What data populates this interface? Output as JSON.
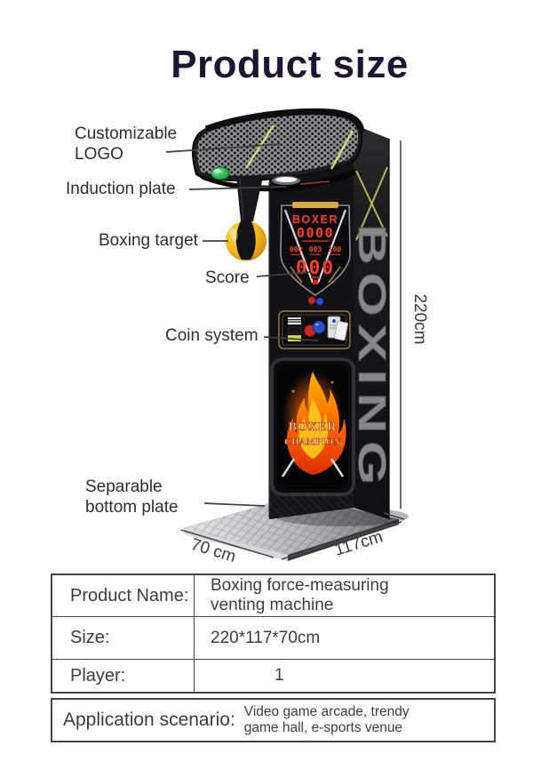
{
  "title": "Product size",
  "colors": {
    "title_text": "#1e1535",
    "label_text": "#2e2e2e",
    "accent_lime": "#dbe87c",
    "led_red": "#ff3b24",
    "bag_yellow": "#f4b82e",
    "button_green": "#2fb857",
    "gold_trim": "#c9a23c",
    "table_border": "#454545"
  },
  "callouts": [
    {
      "label": "Customizable LOGO"
    },
    {
      "label": "Induction plate"
    },
    {
      "label": "Boxing target"
    },
    {
      "label": "Score"
    },
    {
      "label": "Coin system"
    },
    {
      "label": "Separable bottom plate"
    }
  ],
  "dimensions": {
    "height": "220cm",
    "depth": "70 cm",
    "width": "117cm"
  },
  "machine": {
    "side_text": "BOXING",
    "scoreboard": {
      "brand": "BOXER",
      "top_display": "0000",
      "sub_left": "000",
      "sub_mid": "003",
      "sub_right": "100",
      "main_display": "000"
    },
    "poster_line1": "BOXER",
    "poster_line2": "CHAMPION"
  },
  "table": {
    "rows": [
      {
        "label": "Product Name:",
        "value": "Boxing force-measuring venting machine"
      },
      {
        "label": "Size:",
        "value": "220*117*70cm"
      },
      {
        "label": "Player:",
        "value": "1"
      },
      {
        "label": "Application scenario:",
        "value": "Video game arcade, trendy game hall, e-sports venue"
      }
    ]
  }
}
